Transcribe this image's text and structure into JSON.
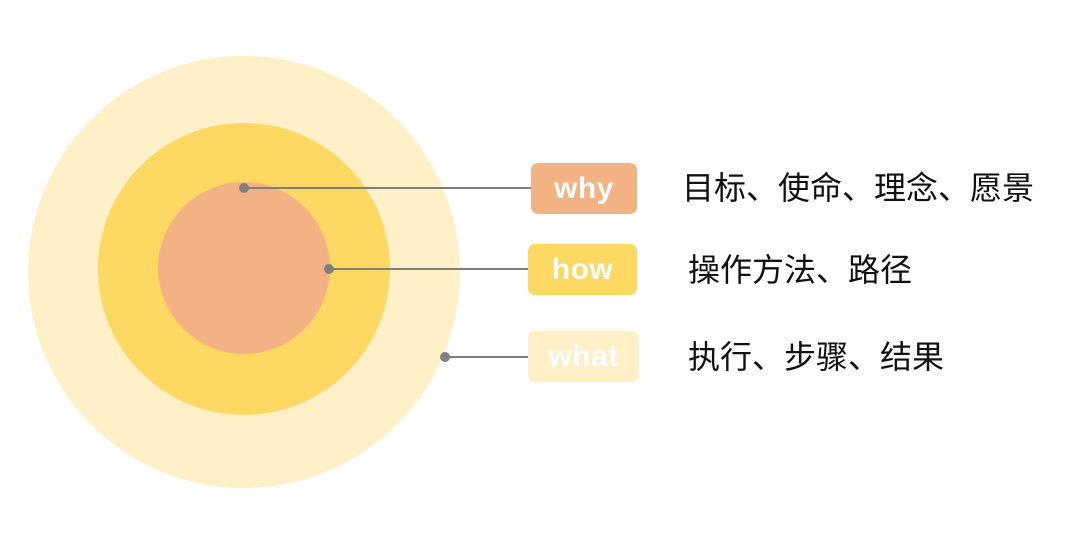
{
  "layers": [
    {
      "key": "why",
      "label": "why",
      "description": "目标、使命、理念、愿景",
      "color": "#f3b283"
    },
    {
      "key": "how",
      "label": "how",
      "description": "操作方法、路径",
      "color": "#fdd862"
    },
    {
      "key": "what",
      "label": "what",
      "description": "执行、步骤、结果",
      "color": "#fff0c8"
    }
  ],
  "colors": {
    "leader_line": "#7f7f7f",
    "leader_dot": "#7f7f7f",
    "text": "#111111"
  }
}
